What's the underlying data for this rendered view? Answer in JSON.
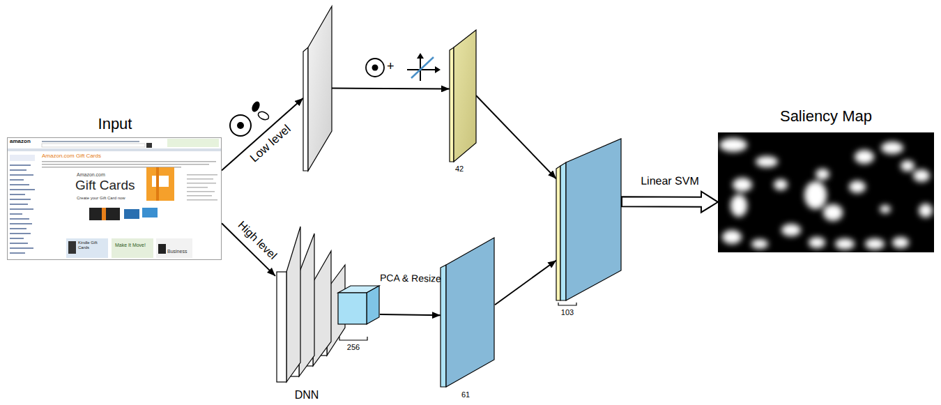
{
  "diagram": {
    "nodes": [
      {
        "text": [
          "Input"
        ]
      },
      {
        "text": []
      },
      {
        "text": [
          "42"
        ]
      },
      {
        "text": [
          "DNN",
          "256"
        ]
      },
      {
        "text": [
          "61"
        ]
      },
      {
        "text": [
          "103"
        ]
      },
      {
        "text": [
          "Saliency Map"
        ]
      }
    ],
    "edges": [
      {
        "from": 0,
        "to": 1,
        "arrow": "to",
        "label": "Low level"
      },
      {
        "from": 0,
        "to": 3,
        "arrow": "to",
        "label": "High level"
      },
      {
        "from": 1,
        "to": 2,
        "arrow": "to"
      },
      {
        "from": 3,
        "to": 4,
        "arrow": "to",
        "label": "PCA & Resize"
      },
      {
        "from": 2,
        "to": 5,
        "arrow": "to"
      },
      {
        "from": 4,
        "to": 5,
        "arrow": "to"
      },
      {
        "from": 5,
        "to": 6,
        "arrow": "to",
        "label": "Linear SVM"
      }
    ],
    "labels": [
      "amazon",
      "Amazon.com Gift Cards",
      "Amazon.com",
      "Gift Cards",
      "Create your Gift Card now",
      "Kindle Gift Cards",
      "Make It Move!",
      "Business",
      "+"
    ]
  }
}
